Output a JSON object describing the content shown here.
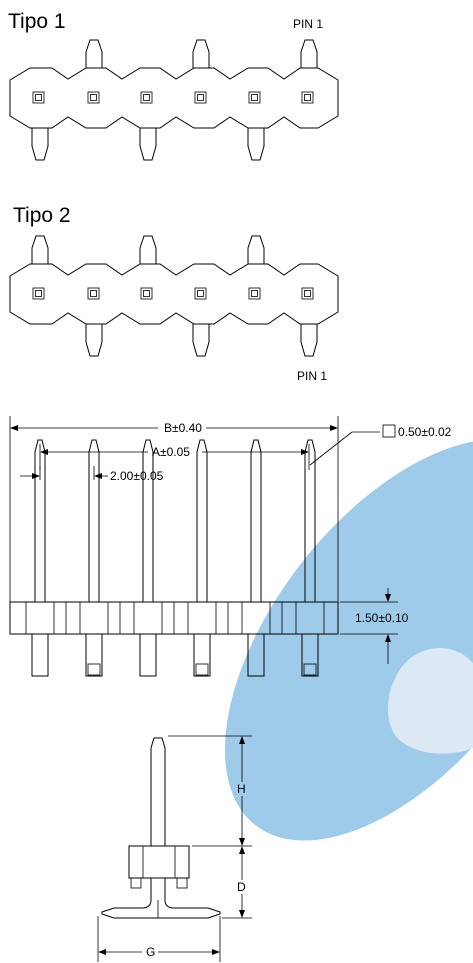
{
  "type1": {
    "title": "Tipo 1",
    "pin_label": "PIN 1"
  },
  "type2": {
    "title": "Tipo 2",
    "pin_label": "PIN 1"
  },
  "dims": {
    "b": "B±0.40",
    "a": "A±0.05",
    "pitch": "2.00±0.05",
    "pin_square": "0.50±0.02",
    "insulator": "1.50±0.10",
    "h": "H",
    "d": "D",
    "g": "G"
  },
  "watermark_colors": {
    "outer": "#9ecbe9",
    "inner": "#dce8f4"
  }
}
